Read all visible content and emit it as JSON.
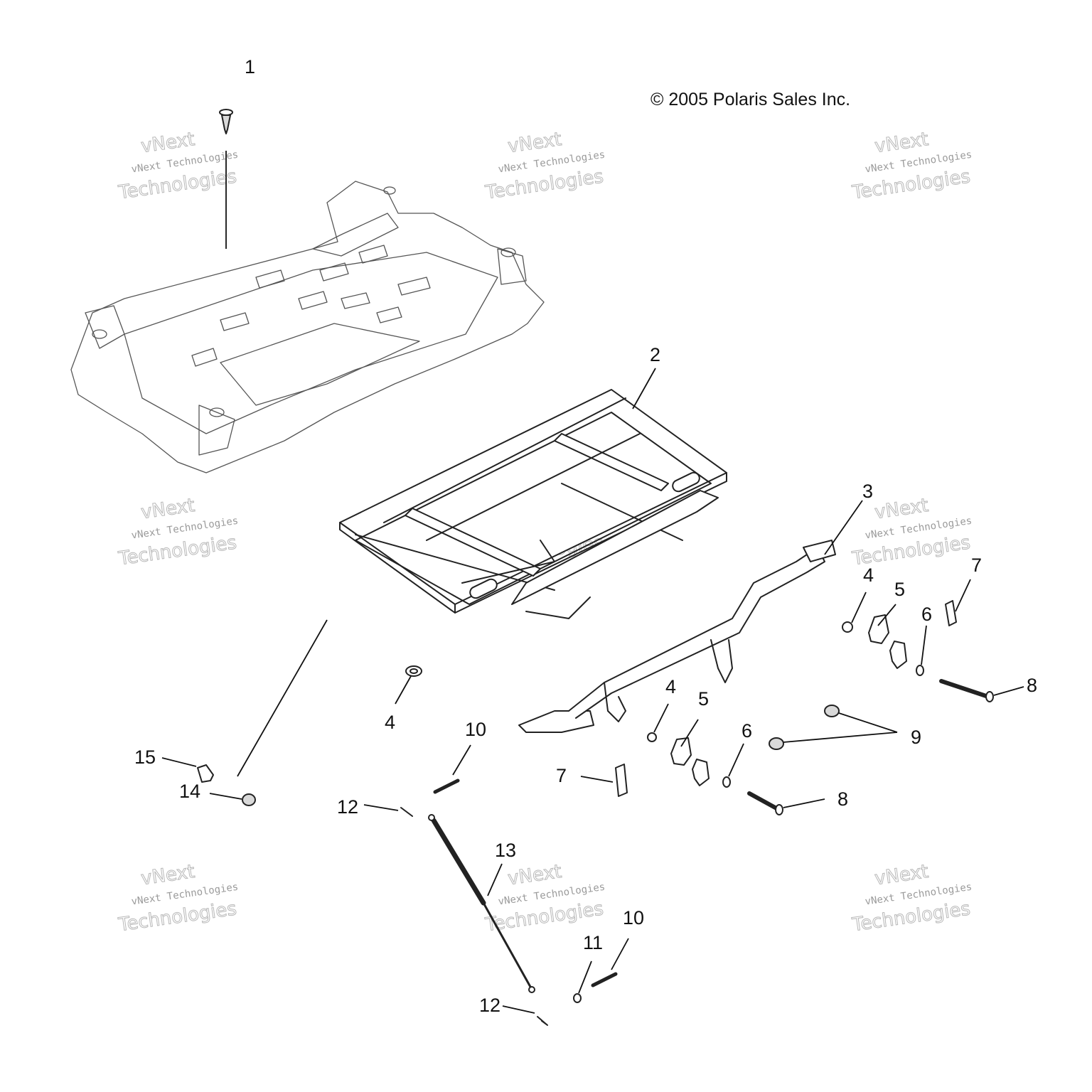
{
  "copyright": "© 2005 Polaris Sales Inc.",
  "watermark": {
    "line1": "vNext Technologies",
    "line2": "vNext",
    "line3": "Technologies"
  },
  "callouts": {
    "c1": "1",
    "c2": "2",
    "c3": "3",
    "c4a": "4",
    "c4b": "4",
    "c4c": "4",
    "c5a": "5",
    "c5b": "5",
    "c6a": "6",
    "c6b": "6",
    "c7a": "7",
    "c7b": "7",
    "c8a": "8",
    "c8b": "8",
    "c9": "9",
    "c10a": "10",
    "c10b": "10",
    "c11": "11",
    "c12a": "12",
    "c12b": "12",
    "c13": "13",
    "c14": "14",
    "c15": "15"
  }
}
